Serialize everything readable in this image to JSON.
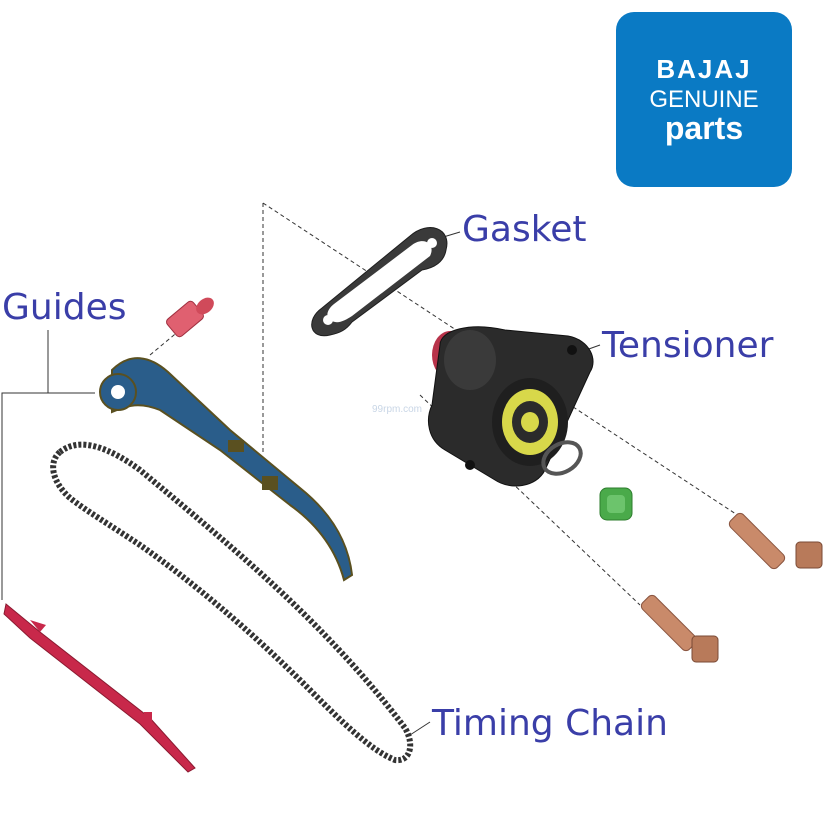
{
  "logo": {
    "brand": "BAJAJ",
    "line1": "GENUINE",
    "line2": "parts"
  },
  "watermark": "99rpm.com",
  "labels": {
    "gasket": "Gasket",
    "guides": "Guides",
    "tensioner": "Tensioner",
    "timing_chain": "Timing Chain"
  },
  "colors": {
    "label_text": "#3a3ea8",
    "logo_bg": "#0a7ac4",
    "guide_blue": "#2a5d8a",
    "guide_red": "#c8284a",
    "tensioner_body": "#2b2b2b",
    "tensioner_yellow": "#d8d84a",
    "bolt_copper": "#c98a6a",
    "plug_green": "#4aaa4a",
    "pin_red": "#e06070"
  }
}
